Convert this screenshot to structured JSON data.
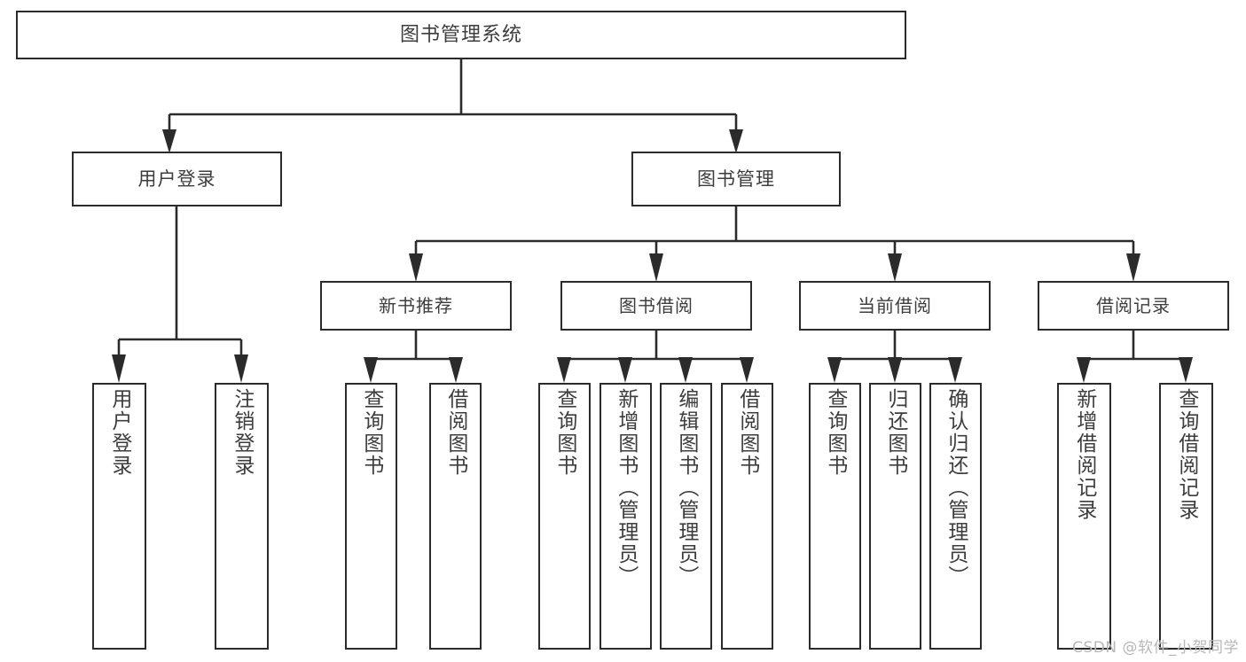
{
  "diagram": {
    "type": "tree-hierarchy-chart",
    "title": "图书管理系统",
    "levels": 4,
    "root": {
      "id": "root",
      "label": "图书管理系统"
    },
    "level1": [
      {
        "id": "user-login",
        "label": "用户登录"
      },
      {
        "id": "book-management",
        "label": "图书管理"
      }
    ],
    "level2": [
      {
        "id": "new-book-recommend",
        "label": "新书推荐",
        "parent": "book-management"
      },
      {
        "id": "book-borrow",
        "label": "图书借阅",
        "parent": "book-management"
      },
      {
        "id": "current-borrow",
        "label": "当前借阅",
        "parent": "book-management"
      },
      {
        "id": "borrow-record",
        "label": "借阅记录",
        "parent": "book-management"
      }
    ],
    "leaves": [
      {
        "id": "leaf-user-login",
        "label": "用户登录",
        "parent": "user-login"
      },
      {
        "id": "leaf-logout-login",
        "label": "注销登录",
        "parent": "user-login"
      },
      {
        "id": "leaf-query-book-1",
        "label": "查询图书",
        "parent": "new-book-recommend"
      },
      {
        "id": "leaf-borrow-book-1",
        "label": "借阅图书",
        "parent": "new-book-recommend"
      },
      {
        "id": "leaf-query-book-2",
        "label": "查询图书",
        "parent": "book-borrow"
      },
      {
        "id": "leaf-add-book",
        "label": "新增图书（管理员）",
        "parent": "book-borrow"
      },
      {
        "id": "leaf-edit-book",
        "label": "编辑图书（管理员）",
        "parent": "book-borrow"
      },
      {
        "id": "leaf-borrow-book-2",
        "label": "借阅图书",
        "parent": "book-borrow"
      },
      {
        "id": "leaf-query-book-3",
        "label": "查询图书",
        "parent": "current-borrow"
      },
      {
        "id": "leaf-return-book",
        "label": "归还图书",
        "parent": "current-borrow"
      },
      {
        "id": "leaf-confirm-return",
        "label": "确认归还（管理员）",
        "parent": "current-borrow"
      },
      {
        "id": "leaf-add-record",
        "label": "新增借阅记录",
        "parent": "borrow-record"
      },
      {
        "id": "leaf-query-record",
        "label": "查询借阅记录",
        "parent": "borrow-record"
      }
    ]
  },
  "watermark": {
    "text": "CSDN @软件_小贺同学"
  },
  "colors": {
    "stroke": "#2b2b2b",
    "text": "#3d3d3d",
    "background": "#ffffff",
    "watermark": "#b8b8b8"
  }
}
